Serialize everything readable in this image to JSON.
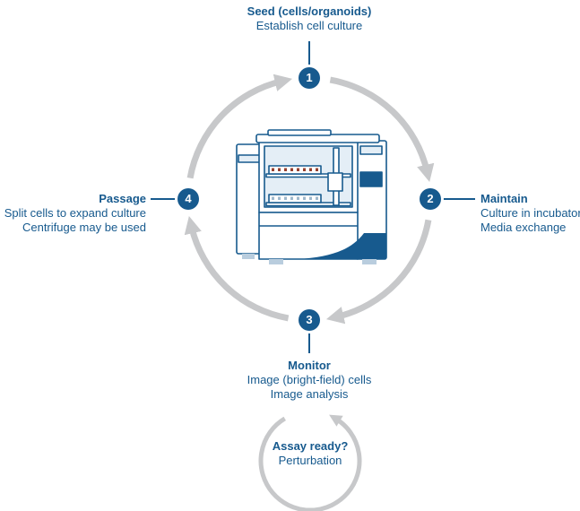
{
  "colors": {
    "blue": "#175A8E",
    "arc": "#C7C8CA",
    "panel": "#E4EEF6",
    "plate": "#96402F",
    "foot": "#B9CDDE"
  },
  "steps": [
    {
      "number": "1",
      "title": "Seed (cells/organoids)",
      "lines": [
        "Establish cell culture"
      ]
    },
    {
      "number": "2",
      "title": "Maintain",
      "lines": [
        "Culture in incubator",
        "Media exchange"
      ]
    },
    {
      "number": "3",
      "title": "Monitor",
      "lines": [
        "Image (bright-field) cells",
        "Image analysis"
      ]
    },
    {
      "number": "4",
      "title": "Passage",
      "lines": [
        "Split cells to expand culture",
        "Centrifuge may be used"
      ]
    }
  ],
  "assay": {
    "title": "Assay ready?",
    "subtitle": "Perturbation"
  }
}
